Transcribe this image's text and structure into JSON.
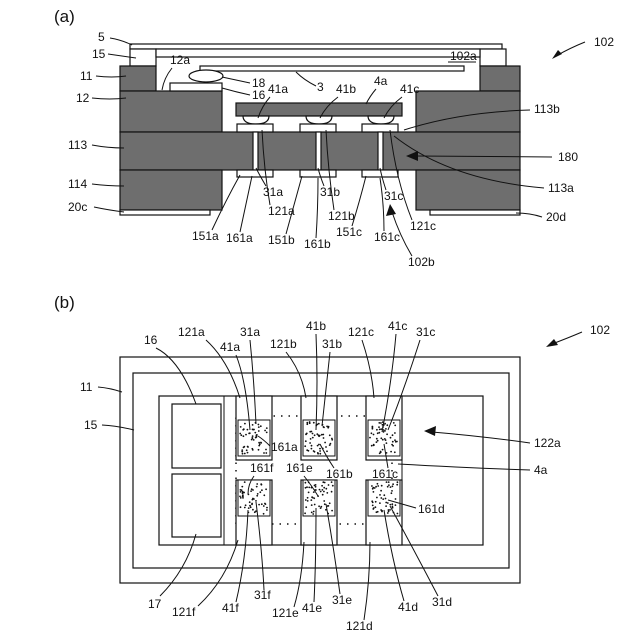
{
  "panel_a": {
    "panel_label": "(a)",
    "ref_102": "102",
    "labels": {
      "l5": "5",
      "l15": "15",
      "l11": "11",
      "l12": "12",
      "l113": "113",
      "l114": "114",
      "l20c": "20c",
      "l12a": "12a",
      "l18": "18",
      "l16": "16",
      "l3": "3",
      "l102a": "102a",
      "l41a": "41a",
      "l41b": "41b",
      "l4a": "4a",
      "l41c": "41c",
      "l113b": "113b",
      "l180": "180",
      "l113a": "113a",
      "l20d": "20d",
      "l31a": "31a",
      "l121a": "121a",
      "l151a": "151a",
      "l161a": "161a",
      "l151b": "151b",
      "l161b": "161b",
      "l31b": "31b",
      "l121b": "121b",
      "l151c": "151c",
      "l161c": "161c",
      "l31c": "31c",
      "l121c": "121c",
      "l102b": "102b"
    }
  },
  "panel_b": {
    "panel_label": "(b)",
    "ref_102": "102",
    "labels": {
      "l16": "16",
      "l121a": "121a",
      "l31a": "31a",
      "l41a": "41a",
      "l121b": "121b",
      "l41b": "41b",
      "l31b": "31b",
      "l121c": "121c",
      "l41c": "41c",
      "l31c": "31c",
      "l11": "11",
      "l15": "15",
      "l122a": "122a",
      "l4a": "4a",
      "l161a": "161a",
      "l161f": "161f",
      "l161e": "161e",
      "l161b": "161b",
      "l161c": "161c",
      "l161d": "161d",
      "l17": "17",
      "l121f": "121f",
      "l41f": "41f",
      "l31f": "31f",
      "l121e": "121e",
      "l41e": "41e",
      "l31e": "31e",
      "l121d": "121d",
      "l41d": "41d",
      "l31d": "31d"
    }
  }
}
